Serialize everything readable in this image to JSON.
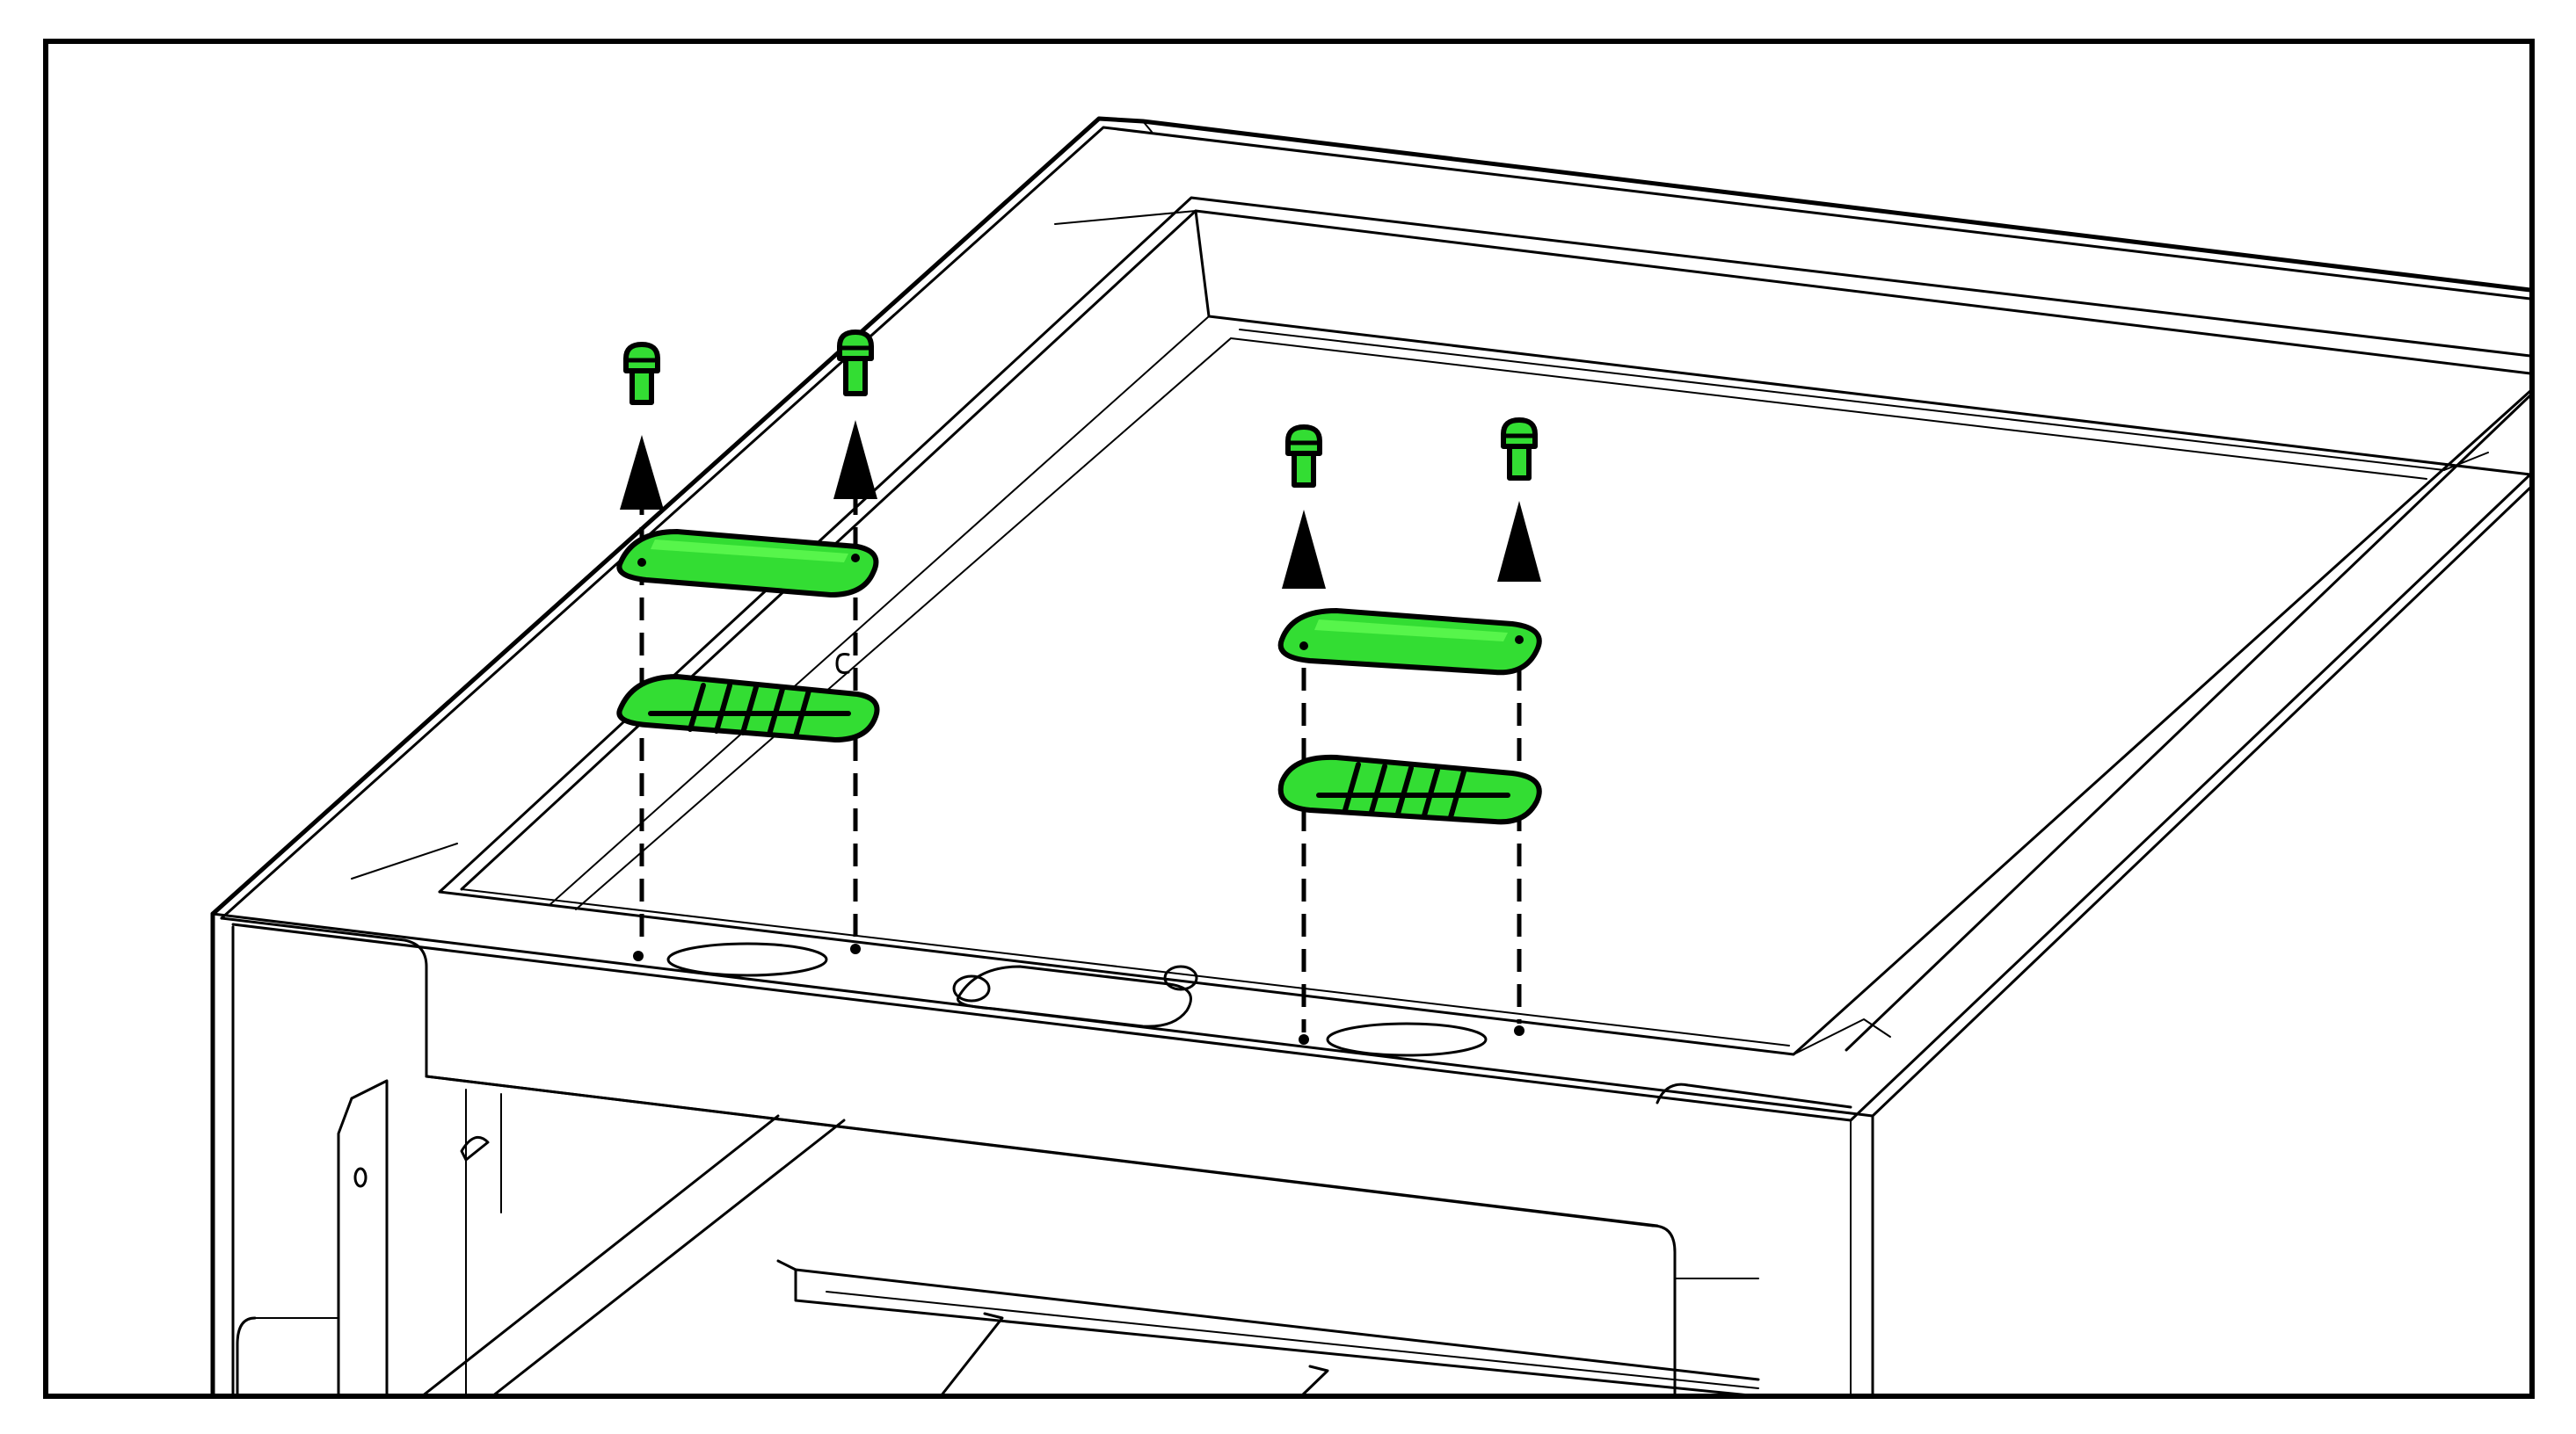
{
  "figure": {
    "kind": "assembly-instruction-diagram",
    "subject": "cabinet-top-frame",
    "accent_color": "#33dd33",
    "accent_light": "#66ff55",
    "line_color": "#000000",
    "background": "#ffffff"
  },
  "parts": {
    "screws": [
      {
        "name": "screw-left-outer",
        "icon": "screw-icon"
      },
      {
        "name": "screw-left-inner",
        "icon": "screw-icon"
      },
      {
        "name": "screw-right-outer",
        "icon": "screw-icon"
      },
      {
        "name": "screw-right-inner",
        "icon": "screw-icon"
      }
    ],
    "cover_plates": [
      {
        "name": "cover-plate-left",
        "icon": "plate-icon"
      },
      {
        "name": "cover-plate-right",
        "icon": "plate-icon"
      }
    ],
    "mesh_plates": [
      {
        "name": "mesh-plate-left",
        "icon": "grill-icon"
      },
      {
        "name": "mesh-plate-right",
        "icon": "grill-icon"
      }
    ],
    "direction": "up-arrow-icon"
  }
}
